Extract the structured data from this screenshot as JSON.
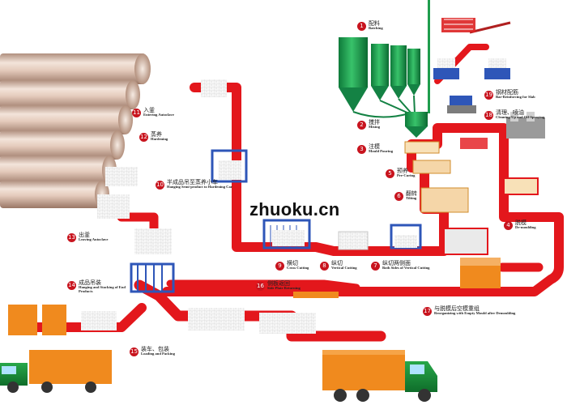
{
  "watermark": "zhuoku.cn",
  "steps": [
    {
      "num": "1",
      "cn": "配料",
      "en": "Batching"
    },
    {
      "num": "2",
      "cn": "搅拌",
      "en": "Mixing"
    },
    {
      "num": "3",
      "cn": "注模",
      "en": "Mould Pouring"
    },
    {
      "num": "4",
      "cn": "脱模",
      "en": "De-moulding"
    },
    {
      "num": "5",
      "cn": "预养",
      "en": "Pre-Curing"
    },
    {
      "num": "6",
      "cn": "翻转",
      "en": "Tilting"
    },
    {
      "num": "7",
      "cn": "纵切两侧面",
      "en": "Both Sides of Vertical Cutting"
    },
    {
      "num": "8",
      "cn": "纵切",
      "en": "Vertical Cutting"
    },
    {
      "num": "9",
      "cn": "横切",
      "en": "Cross Cutting"
    },
    {
      "num": "10",
      "cn": "半成品吊至蒸养小车",
      "en": "Hanging Semi-product to Hardening Car"
    },
    {
      "num": "11",
      "cn": "入釜",
      "en": "Entering Autoclave"
    },
    {
      "num": "12",
      "cn": "蒸养",
      "en": "Hardening"
    },
    {
      "num": "13",
      "cn": "出釜",
      "en": "Leaving Autoclave"
    },
    {
      "num": "14",
      "cn": "成品吊装",
      "en": "Hanging and Stacking of End Products"
    },
    {
      "num": "15",
      "cn": "装车、包装",
      "en": "Loading and Packing"
    },
    {
      "num": "16",
      "cn": "侧板返回",
      "en": "Side Plate Returning"
    },
    {
      "num": "17",
      "cn": "与脱模后空模重组",
      "en": "Reorganizing with Empty Mould after Demoulding"
    },
    {
      "num": "18",
      "cn": "清理、喷油",
      "en": "Cleaning-Up and Oil-Spraying"
    },
    {
      "num": "19",
      "cn": "钢材配筋",
      "en": "Bar-Reinforcing for Slab"
    }
  ]
}
